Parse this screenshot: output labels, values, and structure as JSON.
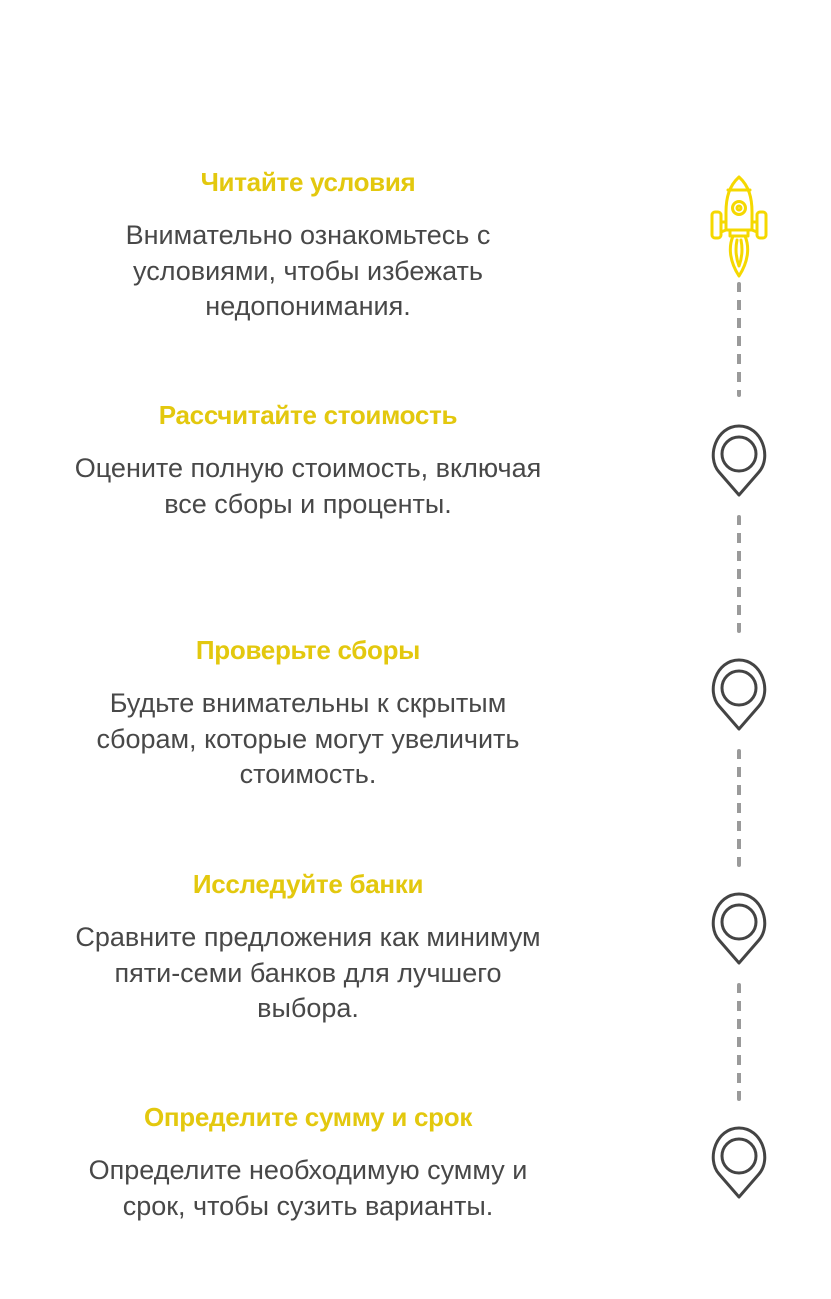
{
  "colors": {
    "accent": "#e3c80e",
    "text": "#484848",
    "icon": "#444444",
    "connector": "#9a9a9a"
  },
  "steps": [
    {
      "title": "Читайте условия",
      "description_lines": [
        "Внимательно ознакомьтесь с",
        "условиями, чтобы избежать",
        "недопонимания."
      ],
      "icon": "rocket-icon"
    },
    {
      "title": "Рассчитайте стоимость",
      "description_lines": [
        "Оцените полную стоимость, включая",
        "все сборы и проценты."
      ],
      "icon": "map-pin-icon"
    },
    {
      "title": "Проверьте сборы",
      "description_lines": [
        "Будьте внимательны к скрытым",
        "сборам, которые могут увеличить",
        "стоимость."
      ],
      "icon": "map-pin-icon"
    },
    {
      "title": "Исследуйте банки",
      "description_lines": [
        "Сравните предложения как минимум",
        "пяти-семи банков для лучшего",
        "выбора."
      ],
      "icon": "map-pin-icon"
    },
    {
      "title": "Определите сумму и срок",
      "description_lines": [
        "Определите необходимую сумму и",
        "срок, чтобы сузить варианты."
      ],
      "icon": "map-pin-icon"
    }
  ]
}
